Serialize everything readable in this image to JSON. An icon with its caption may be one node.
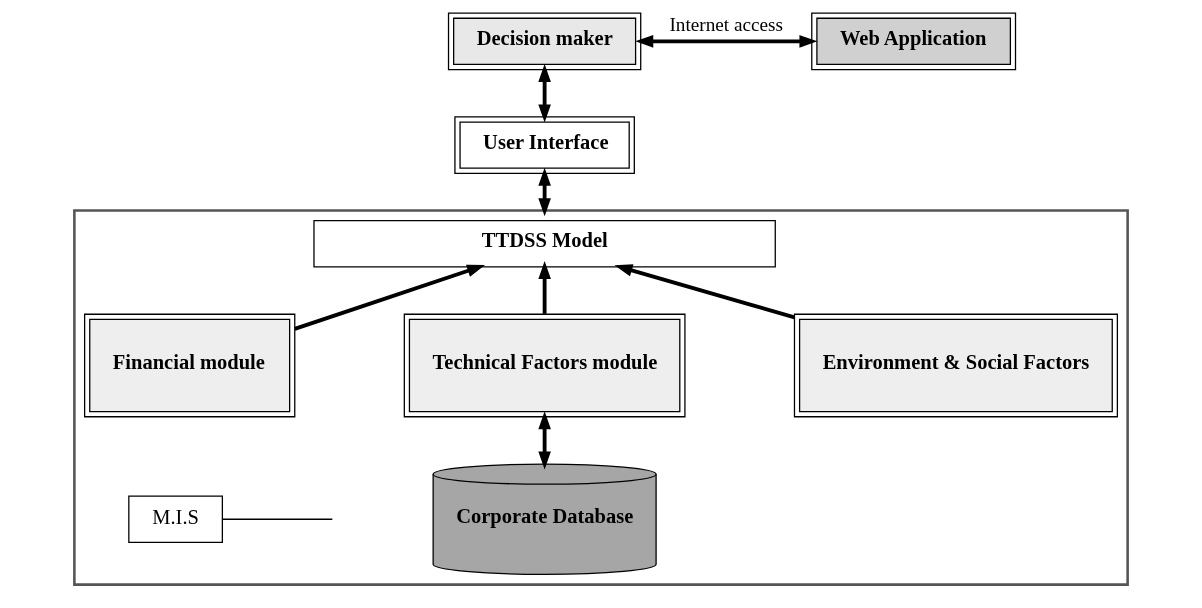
{
  "diagram": {
    "nodes": [
      {
        "text": [
          "Decision maker"
        ]
      },
      {
        "text": [
          "Web Application"
        ]
      },
      {
        "text": [
          "User Interface"
        ]
      },
      {
        "text": [],
        "shape": "box"
      },
      {
        "text": [
          "TTDSS Model"
        ],
        "in": 3
      },
      {
        "text": [
          "Financial module"
        ],
        "in": 3
      },
      {
        "text": [
          "Technical Factors module"
        ],
        "in": 3
      },
      {
        "text": [
          "Environment & Social Factors"
        ],
        "in": 3
      },
      {
        "text": [
          "M.I.S"
        ],
        "in": 3
      },
      {
        "text": [
          "Corporate Database"
        ],
        "in": 3
      }
    ],
    "edges": [
      {
        "from": 0,
        "to": 1,
        "arrow": "both",
        "label": "Internet access"
      },
      {
        "from": 0,
        "to": 2,
        "arrow": "both"
      },
      {
        "from": 2,
        "to": 3,
        "arrow": "both"
      },
      {
        "from": 5,
        "to": 4,
        "arrow": "to"
      },
      {
        "from": 6,
        "to": 4,
        "arrow": "to"
      },
      {
        "from": 7,
        "to": 4,
        "arrow": "to"
      },
      {
        "from": 6,
        "to": 9,
        "arrow": "both"
      },
      {
        "from": 8,
        "to": null,
        "arrow": "none"
      }
    ]
  }
}
